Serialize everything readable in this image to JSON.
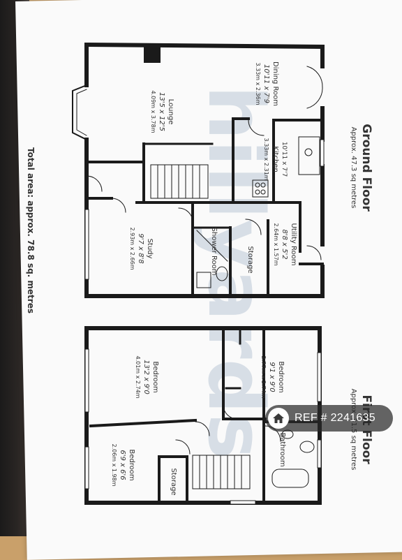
{
  "ground_floor": {
    "title": "Ground Floor",
    "area": "Approx. 47.3 sq metres",
    "rooms": [
      {
        "name": "Dining Room",
        "dims": "3.33m x 2.36m",
        "note": "10'11 x 7'9"
      },
      {
        "name": "Lounge",
        "dims": "4.09m x 3.78m",
        "note": "13'5 x 12'5"
      },
      {
        "name": "Kitchen",
        "dims": "3.33m x 2.31m",
        "note": "10'11 x 7'7"
      },
      {
        "name": "Utility Room",
        "dims": "2.64m x 1.57m",
        "note": "8'8 x 5'2"
      },
      {
        "name": "Study",
        "dims": "2.93m x 2.66m",
        "note": "9'7 x 8'8"
      },
      {
        "name": "Shower Room",
        "dims": "",
        "note": ""
      },
      {
        "name": "Storage",
        "dims": "",
        "note": ""
      }
    ]
  },
  "first_floor": {
    "title": "First Floor",
    "area": "Approx. 31.5 sq metres",
    "rooms": [
      {
        "name": "Bedroom",
        "dims": "2.77m x 2.74m",
        "note": "9'1 x 9'0"
      },
      {
        "name": "Bedroom",
        "dims": "4.01m x 2.74m",
        "note": "13'2 x 9'0"
      },
      {
        "name": "Bathroom",
        "dims": "",
        "note": ""
      },
      {
        "name": "Bedroom",
        "dims": "2.06m x 1.98m",
        "note": "6'9 x 6'6"
      },
      {
        "name": "Storage",
        "dims": "",
        "note": ""
      }
    ]
  },
  "total_area": "Total area: approx. 78.8 sq. metres",
  "watermark": "hillyards",
  "ref_badge": {
    "text": "REF # 2241635",
    "icon": "house-icon"
  },
  "colors": {
    "wall": "#1a1a1a",
    "watermark": "#b9c7d6",
    "badge_bg": "#333333"
  }
}
